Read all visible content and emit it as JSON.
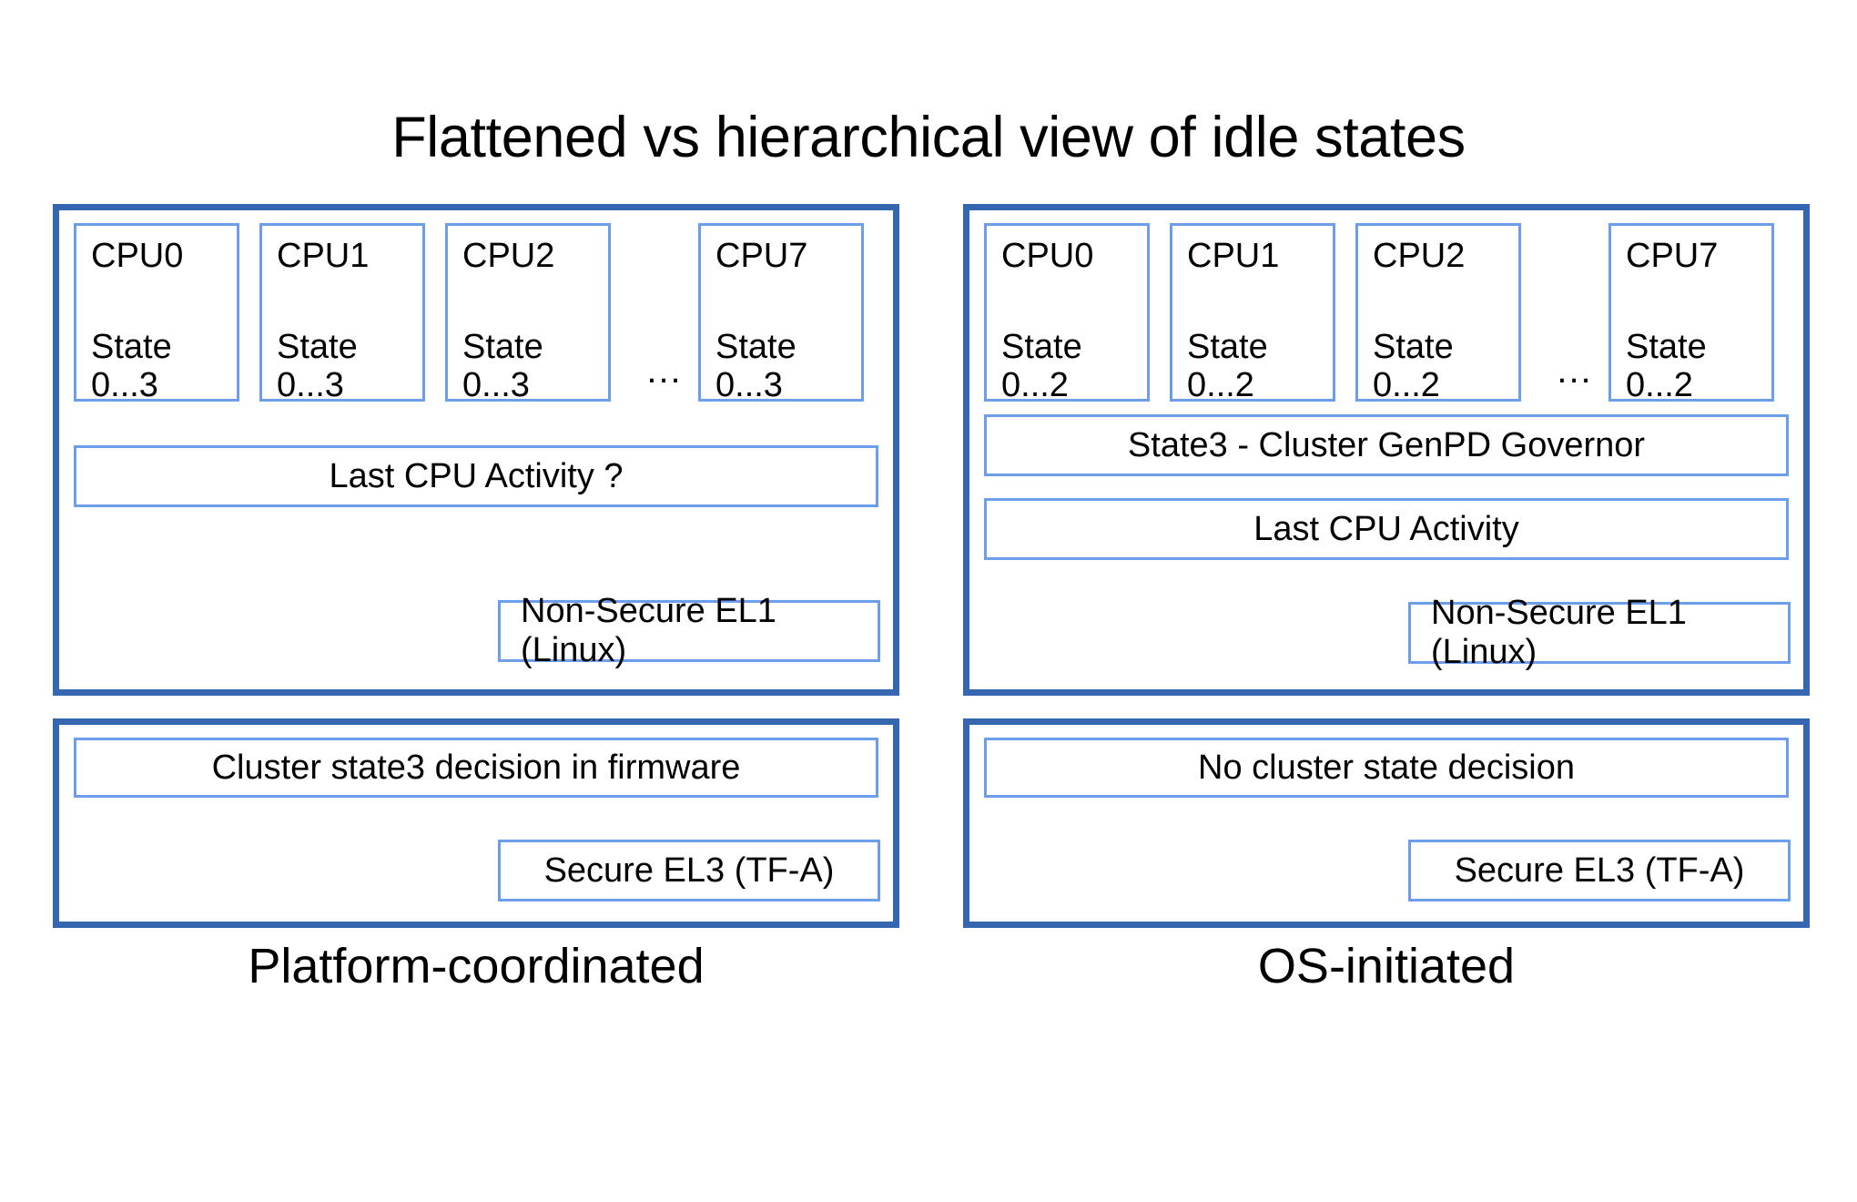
{
  "title": "Flattened vs hierarchical view of idle states",
  "colors": {
    "outer_panel_border": "#3566b0",
    "inner_box_border": "#6d9eeb",
    "background": "#ffffff",
    "text": "#000000"
  },
  "columns": [
    {
      "id": "platform-coordinated",
      "caption": "Platform-coordinated",
      "os_panel": {
        "cpus": [
          {
            "name": "CPU0",
            "state_label": "State",
            "state_range": "0...3"
          },
          {
            "name": "CPU1",
            "state_label": "State",
            "state_range": "0...3"
          },
          {
            "name": "CPU2",
            "state_label": "State",
            "state_range": "0...3"
          },
          {
            "name": "CPU7",
            "state_label": "State",
            "state_range": "0...3"
          }
        ],
        "ellipsis": "...",
        "bars": [
          {
            "id": "last-cpu-activity",
            "label": "Last CPU Activity ?"
          }
        ],
        "exception_level": "Non-Secure EL1 (Linux)"
      },
      "fw_panel": {
        "decision": "Cluster state3 decision in firmware",
        "exception_level": "Secure EL3 (TF-A)"
      }
    },
    {
      "id": "os-initiated",
      "caption": "OS-initiated",
      "os_panel": {
        "cpus": [
          {
            "name": "CPU0",
            "state_label": "State",
            "state_range": "0...2"
          },
          {
            "name": "CPU1",
            "state_label": "State",
            "state_range": "0...2"
          },
          {
            "name": "CPU2",
            "state_label": "State",
            "state_range": "0...2"
          },
          {
            "name": "CPU7",
            "state_label": "State",
            "state_range": "0...2"
          }
        ],
        "ellipsis": "...",
        "bars": [
          {
            "id": "cluster-genpd-governor",
            "label": "State3 - Cluster GenPD Governor"
          },
          {
            "id": "last-cpu-activity",
            "label": "Last CPU Activity"
          }
        ],
        "exception_level": "Non-Secure EL1 (Linux)"
      },
      "fw_panel": {
        "decision": "No cluster state decision",
        "exception_level": "Secure EL3 (TF-A)"
      }
    }
  ]
}
